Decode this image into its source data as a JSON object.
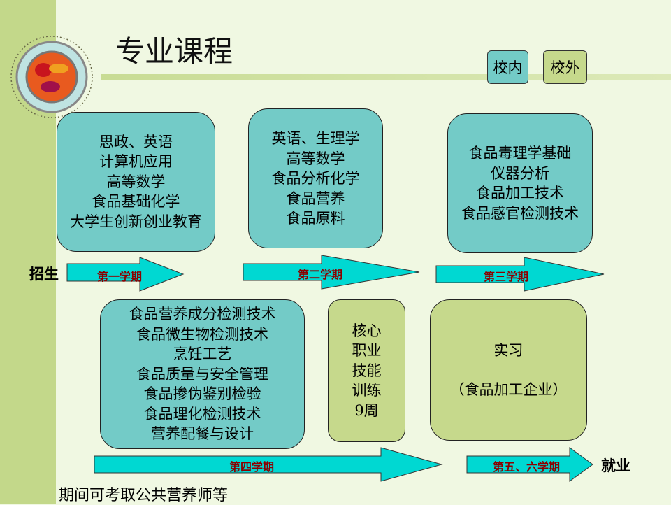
{
  "title": "专业课程",
  "legend": {
    "inside": "校内",
    "outside": "校外",
    "colors": {
      "inside": "#73cbc7",
      "outside": "#c6d98c"
    }
  },
  "boxes": [
    {
      "lines": [
        "思政、英语",
        "计算机应用",
        "高等数学",
        "食品基础化学",
        "大学生创新创业教育"
      ]
    },
    {
      "lines": [
        "英语、生理学",
        "高等数学",
        "食品分析化学",
        "食品营养",
        "食品原料"
      ]
    },
    {
      "lines": [
        "食品毒理学基础",
        "仪器分析",
        "食品加工技术",
        "食品感官检测技术"
      ]
    },
    {
      "lines": [
        "食品营养成分检测技术",
        "食品微生物检测技术",
        "烹饪工艺",
        "食品质量与安全管理",
        "食品掺伪鉴别检验",
        "食品理化检测技术",
        "营养配餐与设计"
      ]
    },
    {
      "lines": [
        "核心",
        "职业",
        "技能",
        "训练",
        "9周"
      ]
    },
    {
      "lines": [
        "实习",
        "（食品加工企业）"
      ]
    }
  ],
  "arrows": [
    "第一学期",
    "第二学期",
    "第三学期",
    "第四学期",
    "第五、六学期"
  ],
  "start": "招生",
  "end": "就业",
  "footer": "期间可考取公共营养师等"
}
